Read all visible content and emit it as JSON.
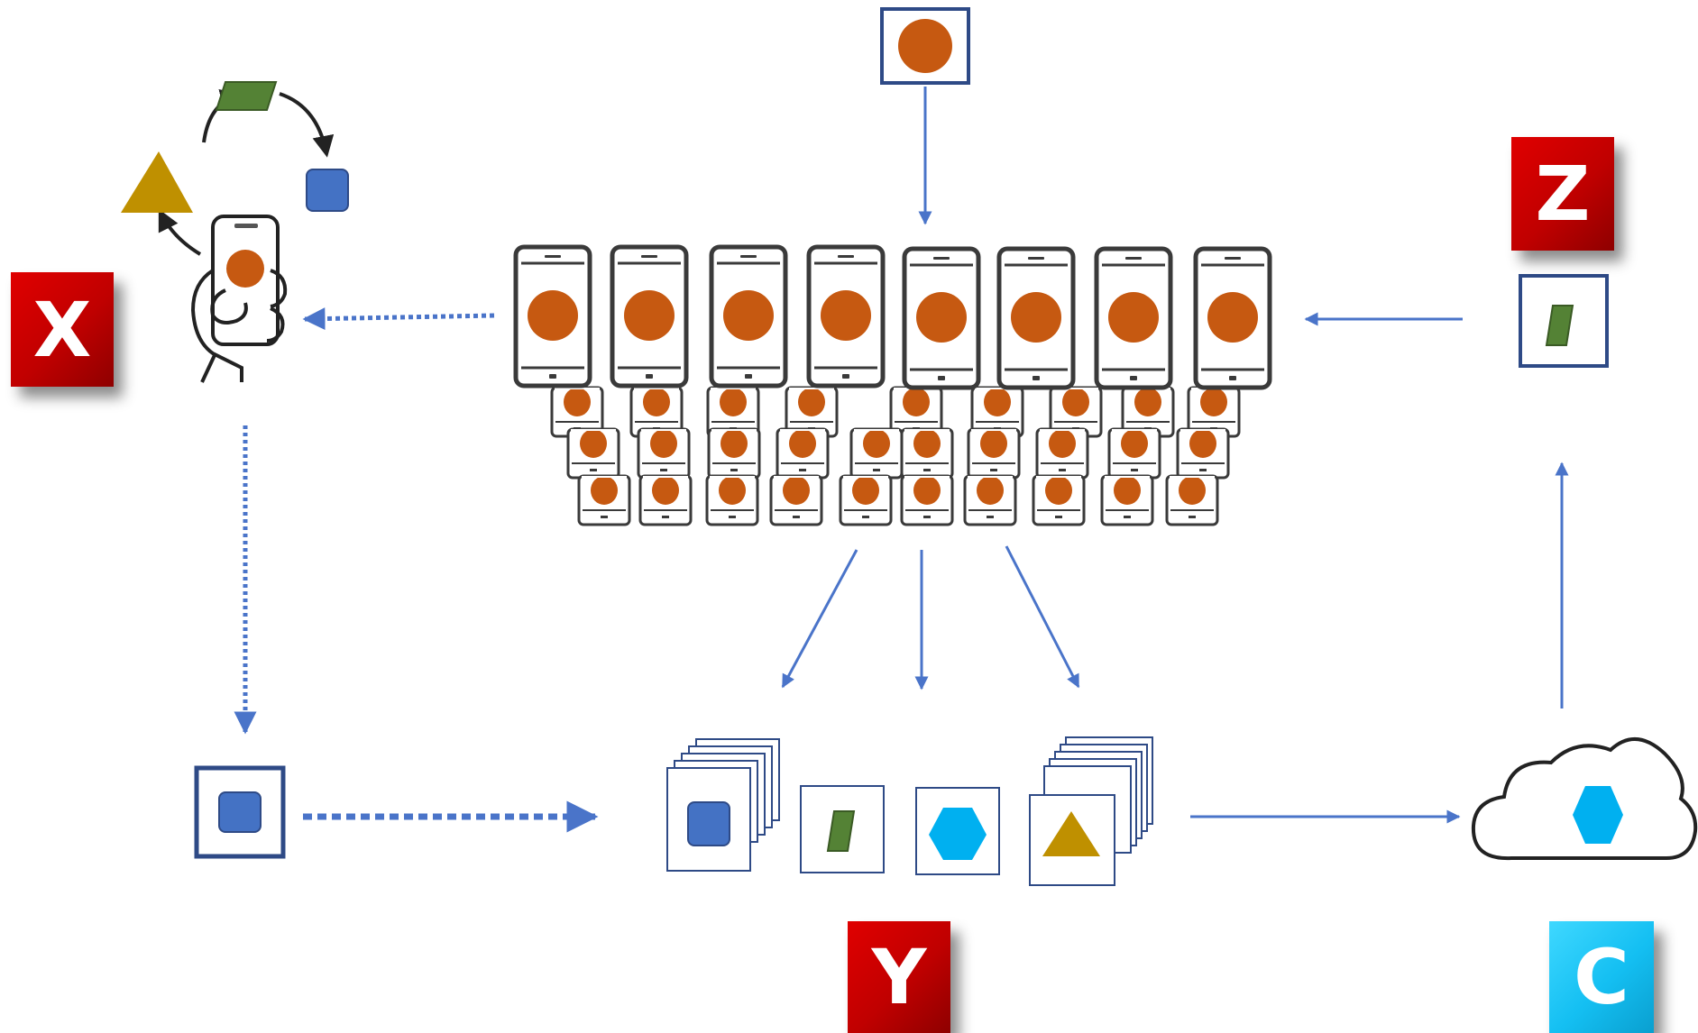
{
  "labels": {
    "x": "X",
    "y": "Y",
    "z": "Z",
    "c": "C"
  },
  "colors": {
    "arrow": "#4a74c9",
    "frame": "#2e4a86",
    "orange_dot": "#c65911",
    "blue_square": "#4472c4",
    "green_parallelogram": "#548235",
    "gold_triangle": "#bf9000",
    "cyan_hexagon": "#00b0f0",
    "label_red": "#c00000",
    "label_cyan": "#15c0f5"
  },
  "icons": {
    "top_input": "orange-circle-icon",
    "phone_grid": "smartphone-icon",
    "hand": "hand-holding-phone-icon",
    "cycle": "cycle-arrows-icon",
    "cloud": "cloud-icon",
    "square": "blue-square-icon",
    "parallelogram": "green-parallelogram-icon",
    "hexagon": "cyan-hexagon-icon",
    "triangle": "gold-triangle-icon"
  }
}
